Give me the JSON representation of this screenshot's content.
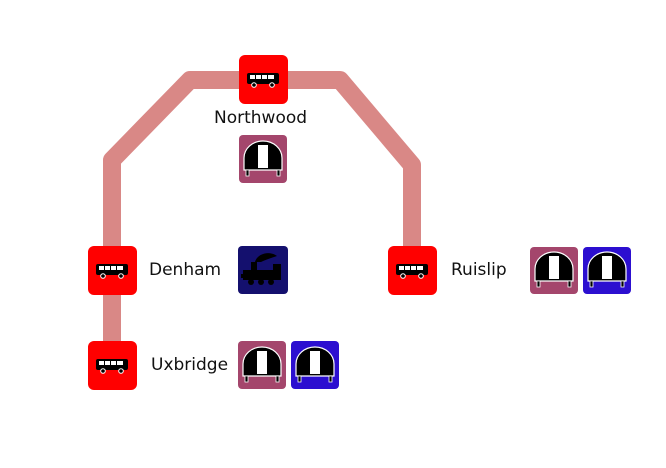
{
  "route": {
    "color": "#d98886"
  },
  "stations": [
    {
      "name": "Northwood",
      "stop_type": "bus",
      "connections": [
        "tube"
      ]
    },
    {
      "name": "Denham",
      "stop_type": "bus",
      "connections": [
        "rail"
      ]
    },
    {
      "name": "Uxbridge",
      "stop_type": "bus",
      "connections": [
        "tube",
        "tube"
      ]
    },
    {
      "name": "Ruislip",
      "stop_type": "bus",
      "connections": [
        "tube",
        "tube"
      ]
    }
  ],
  "colors": {
    "bus": "#ff0000",
    "tube_line_1": "#a4466c",
    "tube_line_2": "#2c0fd0",
    "rail": "#14106e"
  }
}
